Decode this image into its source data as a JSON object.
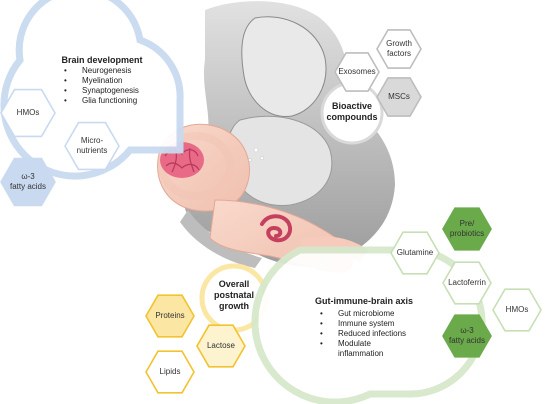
{
  "brain": {
    "title": "Brain development",
    "items": [
      "Neurogenesis",
      "Myelination",
      "Synaptogenesis",
      "Glia functioning"
    ],
    "hexes": [
      "HMOs",
      "Micro-\nnutrients",
      "ω-3\nfatty acids"
    ]
  },
  "bioactive": {
    "title": "Bioactive\ncompounds",
    "hexes": [
      "Exosomes",
      "Growth\nfactors",
      "MSCs"
    ]
  },
  "growth": {
    "title": "Overall\npostnatal\ngrowth",
    "hexes": [
      "Proteins",
      "Lactose",
      "Lipids"
    ]
  },
  "gut": {
    "title": "Gut-immune-brain axis",
    "items": [
      "Gut microbiome",
      "Immune system",
      "Reduced infections",
      "Modulate\ninflammation"
    ],
    "hexes": [
      "Pre/\nprobiotics",
      "Glutamine",
      "Lactoferrin",
      "HMOs",
      "ω-3\nfatty acids"
    ]
  },
  "colors": {
    "brain": "#2e75b6",
    "brain_light": "#c9daf0",
    "bioactive": "#9a9a9a",
    "growth": "#f2c230",
    "gut": "#6aaa4a",
    "gut_light": "#c8dfb6"
  }
}
